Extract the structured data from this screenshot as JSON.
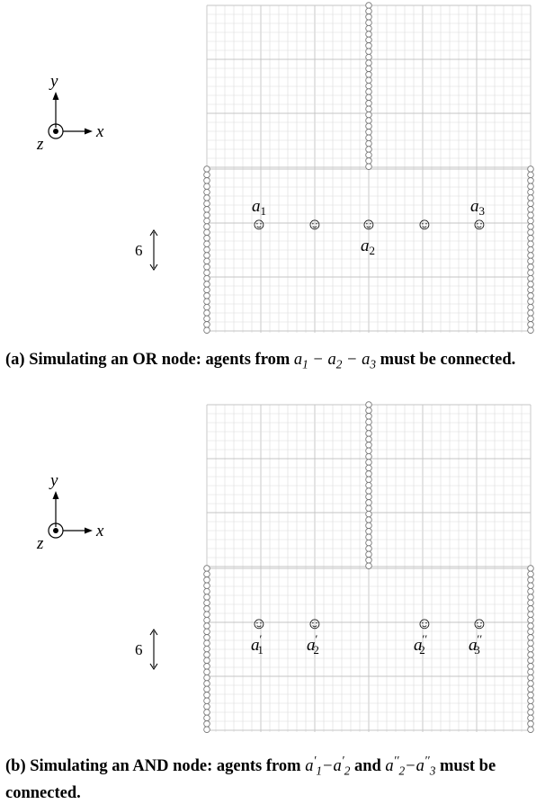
{
  "axes": {
    "y_label": "y",
    "x_label": "x",
    "z_label": "z"
  },
  "dimension_label": "6",
  "figures": [
    {
      "id": "a",
      "caption_text": "(a) Simulating an OR node: agents from a1 − a2 − a3 must be connected.",
      "caption_prefix": "(a) Simulating an OR node: agents from",
      "caption_suffix": "must be connected.",
      "caption_math": [
        "a",
        "1",
        "a",
        "2",
        "a",
        "3"
      ],
      "agent_glyph": "☺",
      "agent_labels": [
        {
          "text": "a",
          "sub": "1",
          "prime": ""
        },
        {
          "text": "a",
          "sub": "2",
          "prime": ""
        },
        {
          "text": "a",
          "sub": "3",
          "prime": ""
        }
      ]
    },
    {
      "id": "b",
      "caption_text": "(b) Simulating an AND node: agents from a′1−a′2 and a′′2−a′′3 must be connected.",
      "caption_prefix": "(b) Simulating an AND node: agents from",
      "caption_middle": "and",
      "caption_suffix": "must be connected.",
      "agent_glyph": "☺",
      "agent_labels": [
        {
          "text": "a",
          "sub": "1",
          "prime": "′"
        },
        {
          "text": "a",
          "sub": "2",
          "prime": "′"
        },
        {
          "text": "a",
          "sub": "2",
          "prime": "′′"
        },
        {
          "text": "a",
          "sub": "3",
          "prime": "′′"
        }
      ]
    }
  ],
  "colors": {
    "grid_fine": "#dcdcdc",
    "grid_major": "#c4c4c4",
    "obstacle": "#777777",
    "ink": "#000000"
  }
}
